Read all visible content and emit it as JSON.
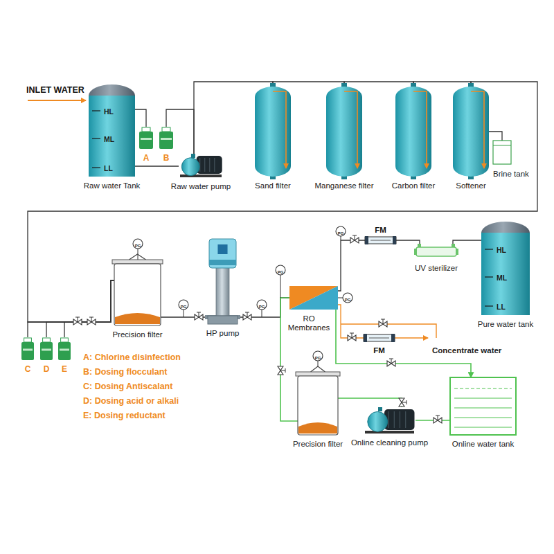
{
  "diagram": {
    "nodes": [
      {
        "text": [
          "HL",
          "ML",
          "LL",
          "Raw water Tank"
        ]
      },
      {
        "text": [
          "A"
        ]
      },
      {
        "text": [
          "B"
        ]
      },
      {
        "text": [
          "Raw water pump"
        ]
      },
      {
        "text": [
          "Sand filter"
        ]
      },
      {
        "text": [
          "Manganese filter"
        ]
      },
      {
        "text": [
          "Carbon filter"
        ]
      },
      {
        "text": [
          "Softener"
        ]
      },
      {
        "text": [
          "Brine tank"
        ]
      },
      {
        "text": [
          "C"
        ]
      },
      {
        "text": [
          "D"
        ]
      },
      {
        "text": [
          "E"
        ]
      },
      {
        "text": [
          "Precision filter"
        ]
      },
      {
        "text": [
          "HP pump"
        ]
      },
      {
        "text": [
          "RO",
          "Membranes"
        ]
      },
      {
        "text": [
          "FM"
        ]
      },
      {
        "text": [
          "UV sterilizer"
        ]
      },
      {
        "text": [
          "HL",
          "ML",
          "LL",
          "Pure water tank"
        ]
      },
      {
        "text": [
          "FM"
        ]
      },
      {
        "text": [
          "Precision filter"
        ]
      },
      {
        "text": [
          "Online cleaning pump"
        ]
      },
      {
        "text": [
          "Online water tank"
        ]
      }
    ],
    "edges": [
      {
        "from": 1,
        "to": 0,
        "arrow": "none"
      },
      {
        "from": 0,
        "to": 3,
        "arrow": "none"
      },
      {
        "from": 2,
        "to": 3,
        "arrow": "none"
      },
      {
        "from": 3,
        "to": 4,
        "arrow": "none"
      },
      {
        "from": 4,
        "to": 5,
        "arrow": "none"
      },
      {
        "from": 5,
        "to": 6,
        "arrow": "none"
      },
      {
        "from": 6,
        "to": 7,
        "arrow": "none"
      },
      {
        "from": 8,
        "to": 7,
        "arrow": "none"
      },
      {
        "from": 7,
        "to": 12,
        "arrow": "none"
      },
      {
        "from": 9,
        "to": 12,
        "arrow": "none"
      },
      {
        "from": 10,
        "to": 12,
        "arrow": "none"
      },
      {
        "from": 11,
        "to": 12,
        "arrow": "none"
      },
      {
        "from": 12,
        "to": 13,
        "arrow": "none"
      },
      {
        "from": 13,
        "to": 14,
        "arrow": "none"
      },
      {
        "from": 14,
        "to": 15,
        "arrow": "none"
      },
      {
        "from": 15,
        "to": 16,
        "arrow": "none"
      },
      {
        "from": 16,
        "to": 17,
        "arrow": "none"
      },
      {
        "from": 14,
        "to": 18,
        "arrow": "none"
      },
      {
        "from": 14,
        "to": 21,
        "arrow": "to"
      },
      {
        "from": 21,
        "to": 20,
        "arrow": "none"
      },
      {
        "from": 20,
        "to": 19,
        "arrow": "none"
      },
      {
        "from": 19,
        "to": 14,
        "arrow": "none"
      }
    ],
    "labels": [
      "INLET WATER",
      "A: Chlorine disinfection",
      "B: Dosing flocculant",
      "C: Dosing Antiscalant",
      "D: Dosing acid or alkali",
      "E: Dosing reductant",
      "Concentrate water",
      "PG",
      "PG",
      "PG",
      "PG",
      "PG",
      "PG",
      "PG"
    ]
  }
}
